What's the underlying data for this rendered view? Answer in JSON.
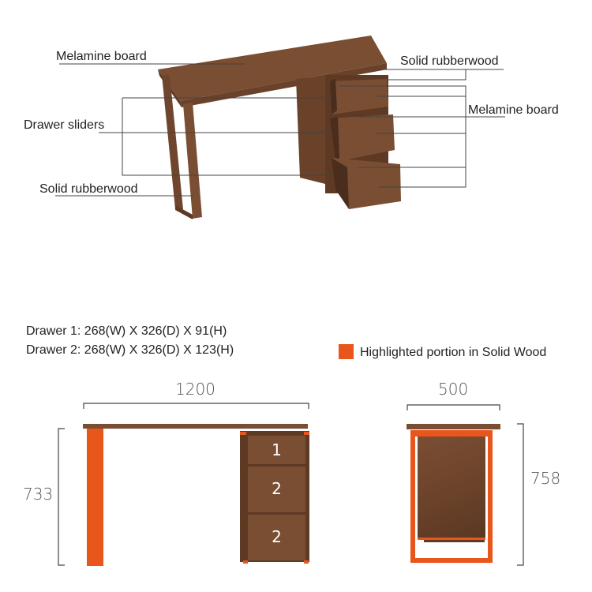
{
  "top_diagram": {
    "labels": {
      "melamine_left": "Melamine board",
      "drawer_sliders": "Drawer sliders",
      "solid_rubberwood_left": "Solid rubberwood",
      "solid_rubberwood_right": "Solid rubberwood",
      "melamine_right": "Melamine board"
    }
  },
  "specs": {
    "drawer1": "Drawer 1: 268(W) X 326(D) X 91(H)",
    "drawer2": "Drawer 2: 268(W) X 326(D) X 123(H)"
  },
  "legend": {
    "label": "Highlighted portion in Solid Wood",
    "color": "#e8561c"
  },
  "front_view": {
    "width": "1200",
    "height": "733",
    "drawers": [
      "1",
      "2",
      "2"
    ]
  },
  "side_view": {
    "width": "500",
    "height": "758"
  },
  "colors": {
    "wood": "#7a4e33",
    "solid_wood_highlight": "#e8561c",
    "leader_line": "#444444"
  }
}
